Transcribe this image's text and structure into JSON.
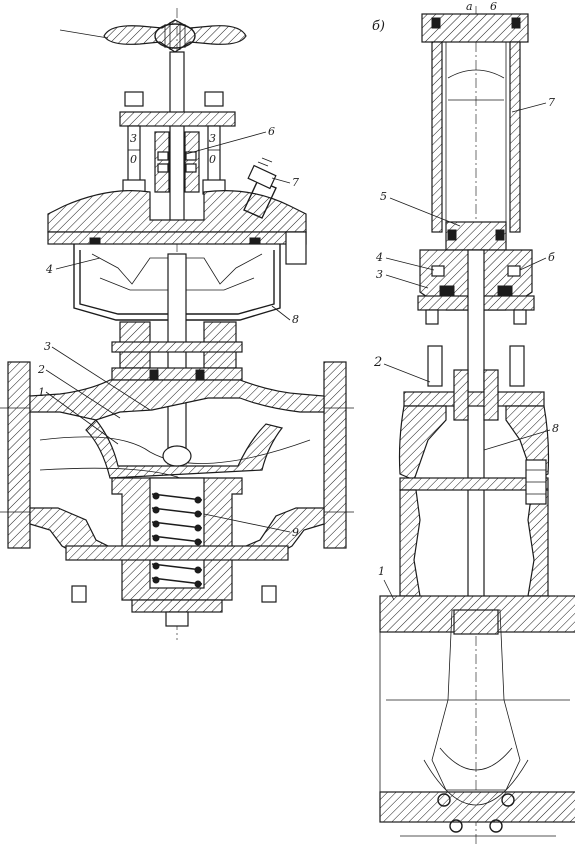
{
  "figure": {
    "sub_b": "б)",
    "left_labels": [
      "1",
      "2",
      "3",
      "4",
      "6",
      "7",
      "8",
      "9"
    ],
    "right_labels": [
      "1",
      "2",
      "3",
      "4",
      "5",
      "б",
      "7",
      "8",
      "а",
      "6"
    ],
    "nut_marks": [
      "3",
      "0",
      "3",
      "0"
    ]
  },
  "colors": {
    "ink": "#1c1c1c",
    "paper": "#ffffff"
  }
}
